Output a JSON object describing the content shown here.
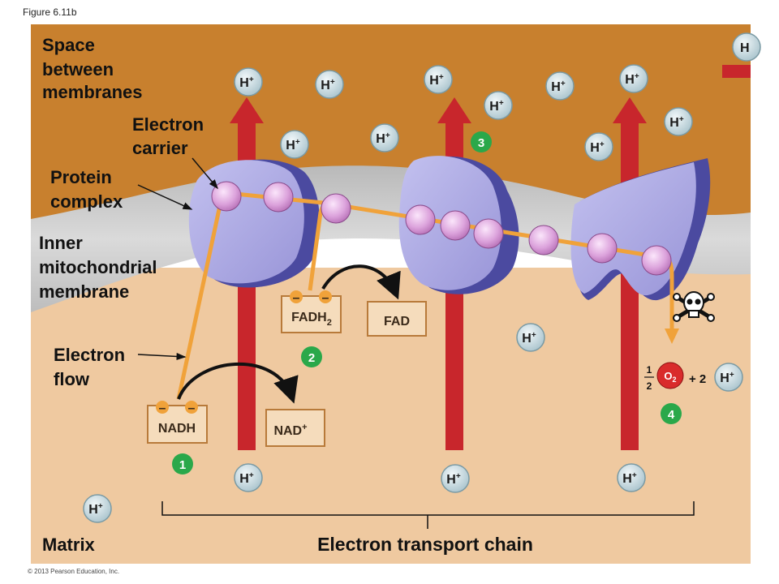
{
  "figure_label": "Figure 6.11b",
  "copyright": "© 2013 Pearson Education, Inc.",
  "labels": {
    "space_line1": "Space",
    "space_line2": "between",
    "space_line3": "membranes",
    "carrier_line1": "Electron",
    "carrier_line2": "carrier",
    "protein_line1": "Protein",
    "protein_line2": "complex",
    "inner_line1": "Inner",
    "inner_line2": "mitochondrial",
    "inner_line3": "membrane",
    "flow_line1": "Electron",
    "flow_line2": "flow",
    "matrix": "Matrix",
    "chain": "Electron transport chain"
  },
  "ion": {
    "base": "H",
    "sup": "+"
  },
  "ion_partial": "H",
  "molecules": {
    "nadh": "NADH",
    "nad_base": "NAD",
    "nad_sup": "+",
    "fadh_base": "FADH",
    "fadh_sub": "2",
    "fad": "FAD",
    "electron_sign": "–"
  },
  "oxygen": {
    "half_num": "1",
    "half_den": "2",
    "o_base": "O",
    "o_sub": "2",
    "plus_two": "+ 2"
  },
  "steps": [
    "1",
    "2",
    "3",
    "4"
  ],
  "colors": {
    "intermembrane": "#c8802e",
    "membrane": "#c9c9c9",
    "matrix": "#efc9a0",
    "complex": "#a9a6e2",
    "complex_shadow": "#4b4aa0",
    "carrier": "#e2b0e2",
    "electron_path": "#f0a23a",
    "proton_arrow": "#c8262c",
    "ion_fill": "#cfe0e6",
    "step_badge": "#2aa84a",
    "oxygen": "#d92b2b"
  }
}
